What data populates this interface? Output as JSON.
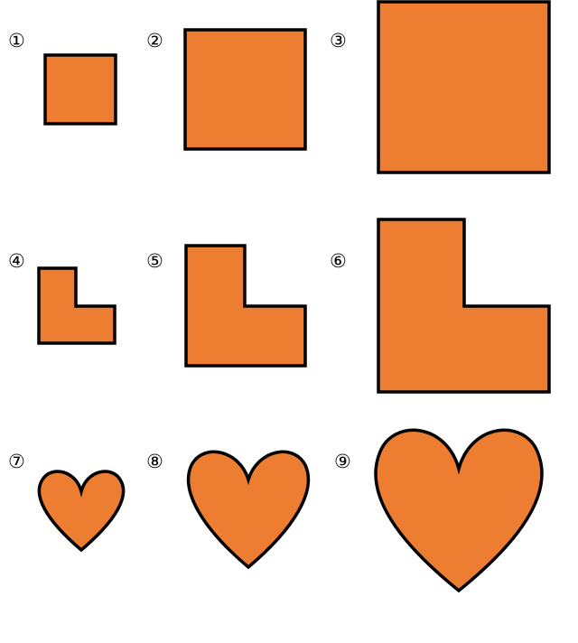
{
  "colors": {
    "fill": "#ED7D31",
    "stroke": "#000000",
    "background": "#FFFFFF"
  },
  "rows": [
    {
      "shape": "square",
      "items": [
        {
          "label": "①"
        },
        {
          "label": "②"
        },
        {
          "label": "③"
        }
      ]
    },
    {
      "shape": "l-shape",
      "items": [
        {
          "label": "④"
        },
        {
          "label": "⑤"
        },
        {
          "label": "⑥"
        }
      ]
    },
    {
      "shape": "heart",
      "items": [
        {
          "label": "⑦"
        },
        {
          "label": "⑧"
        },
        {
          "label": "⑨"
        }
      ]
    }
  ]
}
